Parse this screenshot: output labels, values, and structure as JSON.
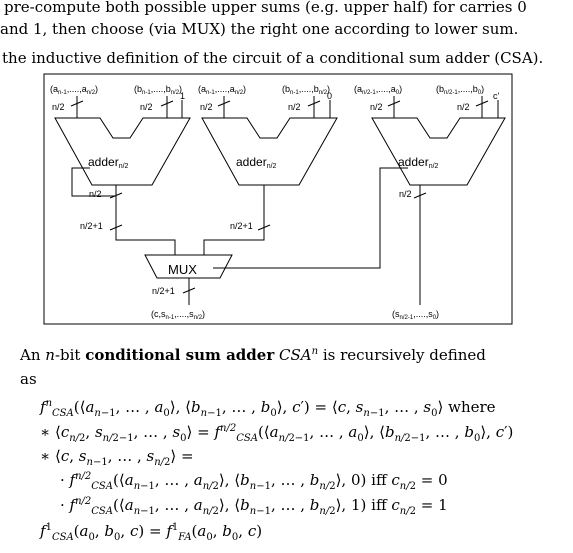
{
  "intro": {
    "line1": "pre-compute both possible upper sums (e.g. upper half) for carries 0",
    "line2": "and 1, then choose (via MUX) the right one according to lower sum.",
    "line3": "the inductive definition of the circuit of a conditional sum adder (CSA)."
  },
  "diagram": {
    "inputs": {
      "a_upper": "(a",
      "b_upper": "(b",
      "a_lower": "(a",
      "b_lower": "(b"
    },
    "adder1": {
      "label": "adder",
      "sub": "n/2",
      "in_a": "n/2",
      "in_b": "n/2",
      "carry": "1",
      "out": "n/2",
      "wire": "n/2+1"
    },
    "adder2": {
      "label": "adder",
      "sub": "n/2",
      "in_a": "n/2",
      "in_b": "n/2",
      "carry": "0",
      "wire": "n/2+1"
    },
    "adder3": {
      "label": "adder",
      "sub": "n/2",
      "in_a": "n/2",
      "in_b": "n/2",
      "carry": "c'",
      "out": "n/2"
    },
    "mux": {
      "label": "MUX",
      "out": "n/2+1"
    },
    "outputs": {
      "upper": "(c,s",
      "lower": "(s"
    }
  },
  "definition": {
    "text_an": "An",
    "text_n": "n",
    "text_bit": "-bit",
    "bold": "conditional sum adder",
    "csa": "CSA",
    "sup_n": "n",
    "rest": "is recursively defined",
    "as": "as"
  },
  "formulas": {
    "where": "where",
    "iff0": "iff",
    "iff1": "iff"
  }
}
